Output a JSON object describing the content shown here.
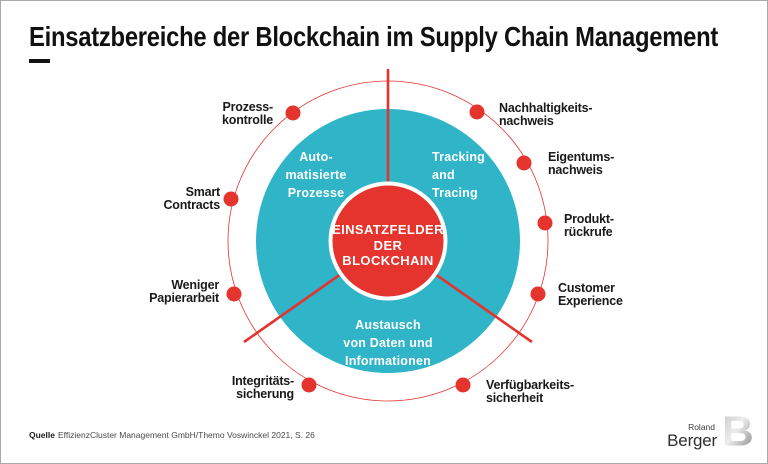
{
  "title": "Einsatzbereiche der Blockchain im Supply Chain Management",
  "colors": {
    "red": "#e5332d",
    "teal": "#2fb4c8",
    "title_text": "#111111",
    "label_text": "#1a1a1a"
  },
  "center": {
    "label": "EINSATZFELDER\nDER\nBLOCKCHAIN"
  },
  "sectors": [
    {
      "label": "Auto-\nmatisierte\nProzesse"
    },
    {
      "label": "Tracking\nand\nTracing"
    },
    {
      "label": "Austausch\nvon Daten und\nInformationen"
    }
  ],
  "satellites": [
    {
      "label": "Prozess-\nkontrolle"
    },
    {
      "label": "Smart\nContracts"
    },
    {
      "label": "Weniger\nPapierarbeit"
    },
    {
      "label": "Integritäts-\nsicherung"
    },
    {
      "label": "Nachhaltigkeits-\nnachweis"
    },
    {
      "label": "Eigentums-\nnachweis"
    },
    {
      "label": "Produkt-\nrückrufe"
    },
    {
      "label": "Customer\nExperience"
    },
    {
      "label": "Verfügbarkeits-\nsicherheit"
    }
  ],
  "source": {
    "label": "Quelle",
    "text": "EffizienzCluster Management GmbH/Themo Voswinckel 2021, S. 26"
  },
  "logo": {
    "top": "Roland",
    "bottom": "Berger",
    "mark": "B"
  }
}
